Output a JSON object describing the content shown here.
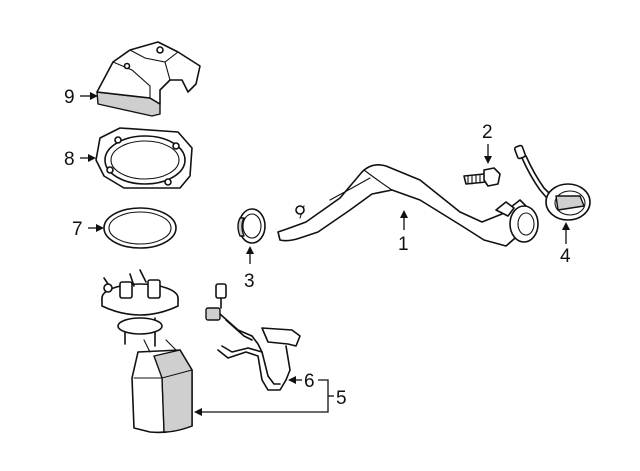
{
  "callouts": {
    "c1": "1",
    "c2": "2",
    "c3": "3",
    "c4": "4",
    "c5": "5",
    "c6": "6",
    "c7": "7",
    "c8": "8",
    "c9": "9"
  },
  "colors": {
    "line": "#111111",
    "shade": "#cfcfcf",
    "background": "#ffffff"
  }
}
